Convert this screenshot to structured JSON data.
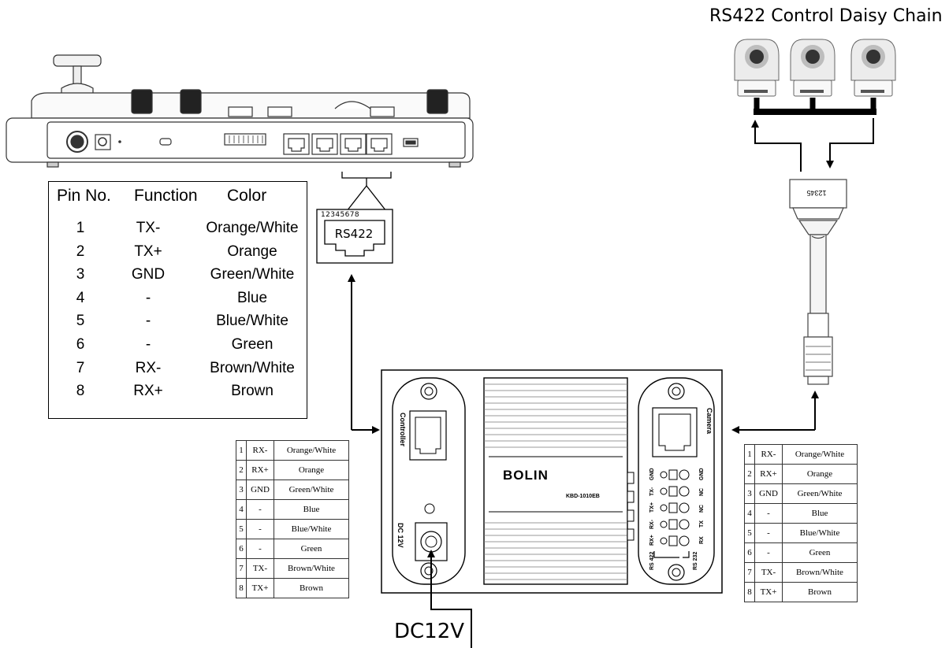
{
  "title": "RS422 Control Daisy Chain",
  "power_label": "DC12V",
  "rs422_port": {
    "pins": "12345678",
    "label": "RS422"
  },
  "connector_pins": "12345",
  "main_pin_table": {
    "headers": [
      "Pin No.",
      "Function",
      "Color"
    ],
    "rows": [
      [
        "1",
        "TX-",
        "Orange/White"
      ],
      [
        "2",
        "TX+",
        "Orange"
      ],
      [
        "3",
        "GND",
        "Green/White"
      ],
      [
        "4",
        "-",
        "Blue"
      ],
      [
        "5",
        "-",
        "Blue/White"
      ],
      [
        "6",
        "-",
        "Green"
      ],
      [
        "7",
        "RX-",
        "Brown/White"
      ],
      [
        "8",
        "RX+",
        "Brown"
      ]
    ]
  },
  "controller_side_table": [
    [
      "1",
      "RX-",
      "Orange/White"
    ],
    [
      "2",
      "RX+",
      "Orange"
    ],
    [
      "3",
      "GND",
      "Green/White"
    ],
    [
      "4",
      "-",
      "Blue"
    ],
    [
      "5",
      "-",
      "Blue/White"
    ],
    [
      "6",
      "-",
      "Green"
    ],
    [
      "7",
      "TX-",
      "Brown/White"
    ],
    [
      "8",
      "TX+",
      "Brown"
    ]
  ],
  "camera_side_table": [
    [
      "1",
      "RX-",
      "Orange/White"
    ],
    [
      "2",
      "RX+",
      "Orange"
    ],
    [
      "3",
      "GND",
      "Green/White"
    ],
    [
      "4",
      "-",
      "Blue"
    ],
    [
      "5",
      "-",
      "Blue/White"
    ],
    [
      "6",
      "-",
      "Green"
    ],
    [
      "7",
      "TX-",
      "Brown/White"
    ],
    [
      "8",
      "TX+",
      "Brown"
    ]
  ],
  "extender": {
    "brand": "BOLIN",
    "model": "KBD-1010EB",
    "controller_label": "Controller",
    "camera_label": "Camera",
    "dc_label": "DC 12V",
    "terminal_left": [
      "GND",
      "TX-",
      "TX+",
      "RX-",
      "RX+"
    ],
    "terminal_right": [
      "GND",
      "NC",
      "NC",
      "TX",
      "RX"
    ],
    "rs422_label": "RS 422",
    "rs232_label": "RS 232"
  }
}
